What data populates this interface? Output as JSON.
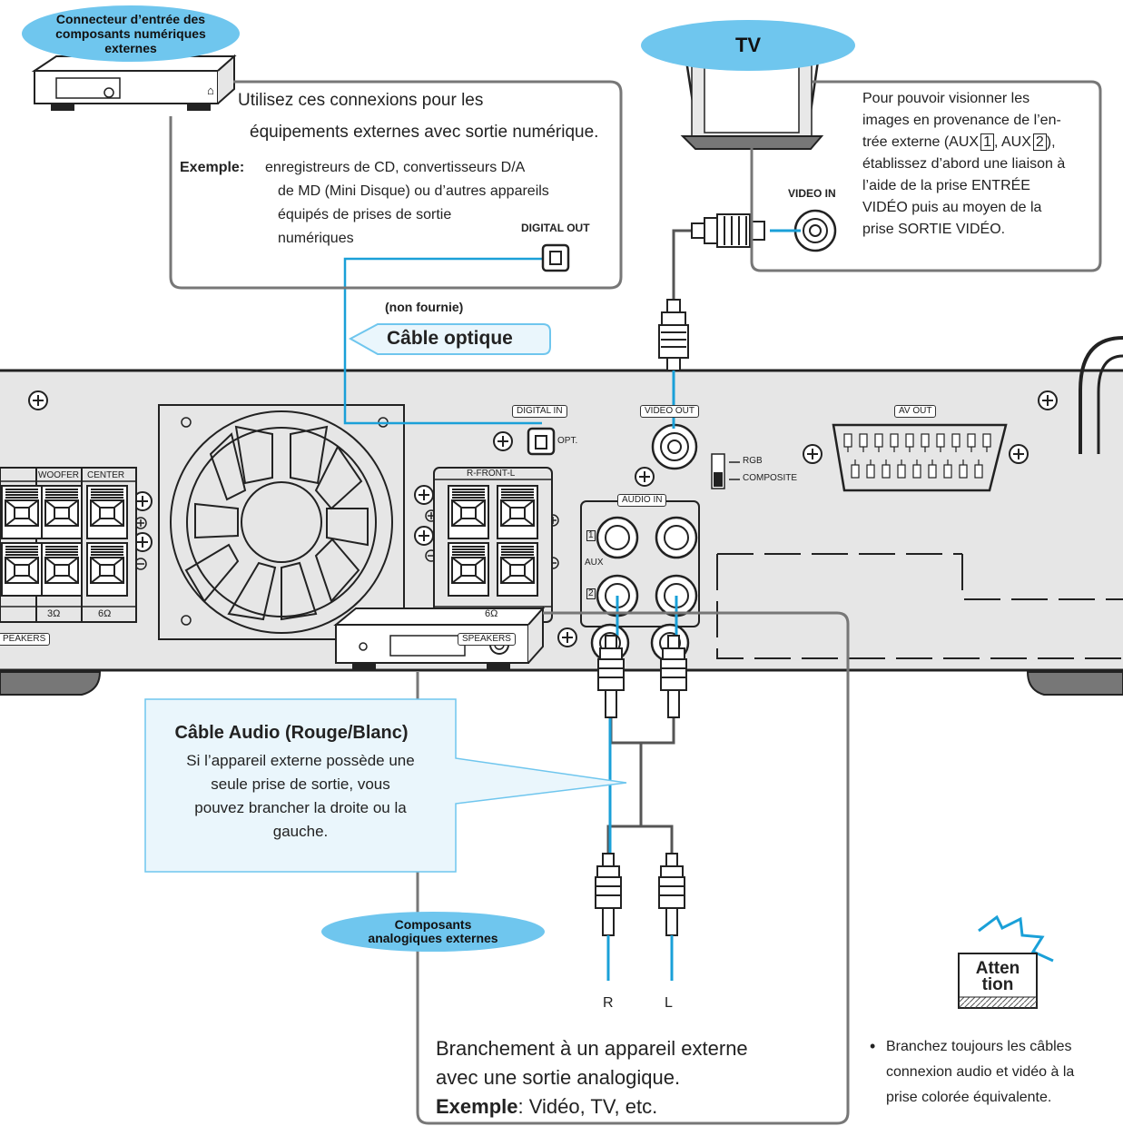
{
  "top_left": {
    "bubble": [
      "Connecteur d’entrée des",
      "composants numériques",
      "externes"
    ],
    "intro": [
      "Utilisez ces connexions pour les",
      "équipements externes avec sortie numérique."
    ],
    "example_label": "Exemple:",
    "example_lines": [
      "enregistreurs de CD, convertisseurs D/A",
      "de MD (Mini Disque) ou d’autres appareils",
      "équipés de prises de sortie",
      "numériques"
    ],
    "digital_out": "DIGITAL OUT"
  },
  "optical": {
    "note": "(non fournie)",
    "title": "Câble optique"
  },
  "tv": {
    "bubble": "TV",
    "video_in": "VIDEO IN",
    "desc": [
      "Pour pouvoir visionner les",
      "images en provenance de l’en-",
      "trée externe (AUX",
      "1",
      ", AUX",
      "2",
      "),",
      "établissez d’abord une liaison à",
      "l’aide de la prise ENTRÉE",
      "VIDÉO puis au moyen de la",
      "prise SORTIE VIDÉO."
    ]
  },
  "panel": {
    "digital_in": "DIGITAL IN",
    "opt": "OPT.",
    "video_out": "VIDEO OUT",
    "av_out": "AV OUT",
    "rgb": "RGB",
    "composite": "COMPOSITE",
    "audio_in": "AUDIO IN",
    "aux": "AUX",
    "aux_1": "1",
    "aux_2": "2",
    "woofer": "WOOFER",
    "center": "CENTER",
    "r_front_l": "R-FRONT-L",
    "ohm_3": "3Ω",
    "ohm_6a": "6Ω",
    "ohm_6b": "6Ω",
    "speakers_left": "PEAKERS",
    "speakers_mid": "SPEAKERS"
  },
  "audio_cable": {
    "title": "Câble Audio (Rouge/Blanc)",
    "lines": [
      "Si l’appareil externe possède une",
      "seule prise de sortie, vous",
      "pouvez brancher la droite ou la",
      "gauche."
    ]
  },
  "analog": {
    "bubble": [
      "Composants",
      "analogiques externes"
    ],
    "jack_r": "R",
    "jack_l": "L",
    "lines": [
      "Branchement à un appareil externe",
      "avec une sortie analogique."
    ],
    "example_label": "Exemple",
    "example_text": ": Vidéo, TV, etc."
  },
  "attention": {
    "icon_text": [
      "Atten",
      "tion"
    ],
    "bullet": "•",
    "lines": [
      "Branchez toujours les câbles",
      "connexion audio et vidéo à la",
      "prise colorée équivalente."
    ]
  },
  "colors": {
    "accent": "#6fc6ee",
    "cable": "#1aa0d8",
    "panel": "#e6e6e6",
    "frame": "#777777"
  }
}
